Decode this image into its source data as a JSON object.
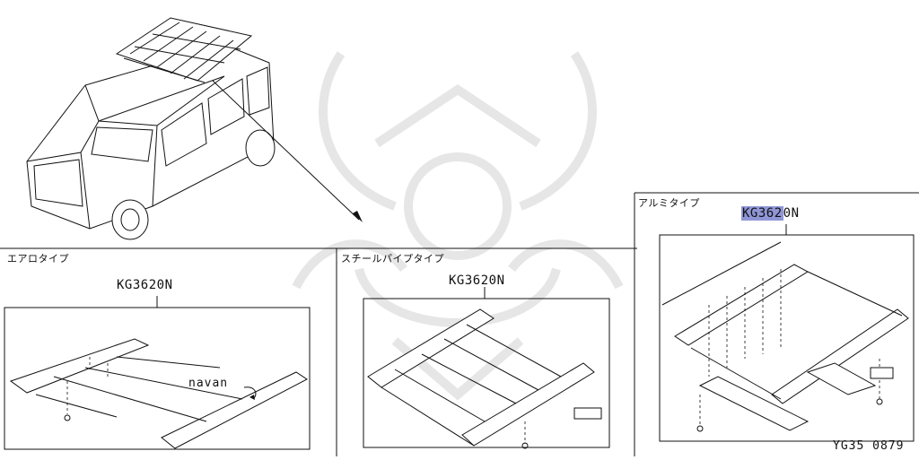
{
  "sections": {
    "aero": {
      "title": "エアロタイプ",
      "part_number": "KG3620N",
      "callout": "navan"
    },
    "steel": {
      "title": "スチールパイプタイプ",
      "part_number": "KG3620N"
    },
    "alumi": {
      "title": "アルミタイプ",
      "part_number_highlighted": "KG362",
      "part_number_rest": "0N"
    }
  },
  "figure_id": "YG35  0879",
  "colors": {
    "line": "#111111",
    "highlight": "#8f96d6",
    "watermark": "#ececec"
  }
}
